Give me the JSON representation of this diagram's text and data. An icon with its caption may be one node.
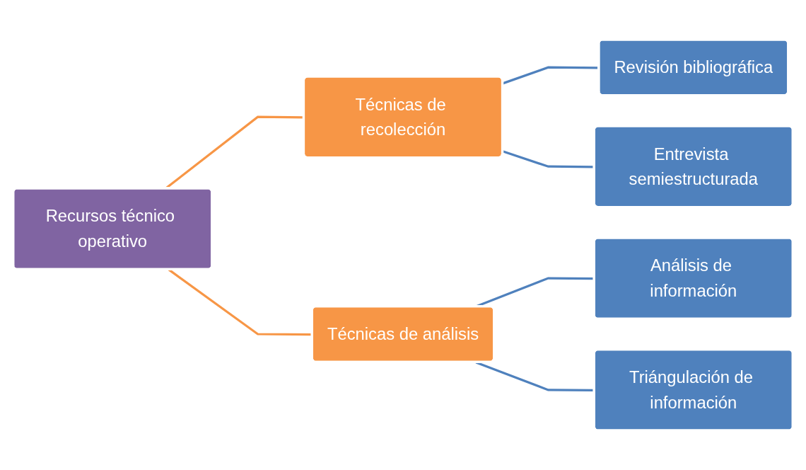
{
  "diagram": {
    "nodes": [
      {
        "text": [
          "Recursos técnico operativo"
        ]
      },
      {
        "text": [
          "Técnicas de recolección"
        ]
      },
      {
        "text": [
          "Revisión bibliográfica"
        ]
      },
      {
        "text": [
          "Entrevista semiestructurada"
        ]
      },
      {
        "text": [
          "Técnicas de análisis"
        ]
      },
      {
        "text": [
          "Análisis de información"
        ]
      },
      {
        "text": [
          "Triángulación de información"
        ]
      }
    ],
    "edges": [
      {
        "from": 0,
        "to": 1,
        "arrow": "none",
        "color": "#f79646"
      },
      {
        "from": 0,
        "to": 4,
        "arrow": "none",
        "color": "#f79646"
      },
      {
        "from": 1,
        "to": 2,
        "arrow": "none"
      },
      {
        "from": 1,
        "to": 3,
        "arrow": "none"
      },
      {
        "from": 4,
        "to": 5,
        "arrow": "none"
      },
      {
        "from": 4,
        "to": 6,
        "arrow": "none"
      }
    ]
  }
}
